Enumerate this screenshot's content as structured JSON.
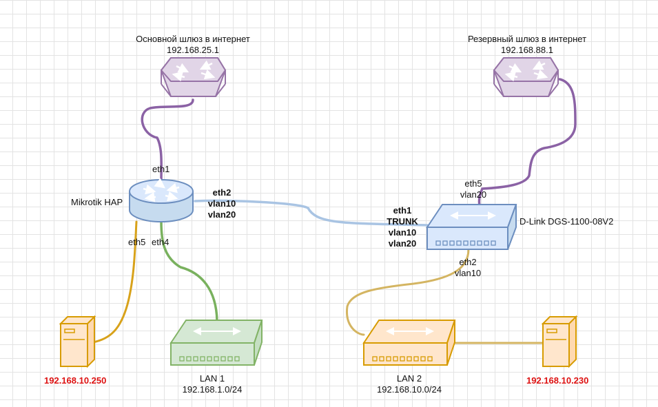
{
  "gateway_primary": {
    "title": "Основной шлюз в интернет",
    "ip": "192.168.25.1"
  },
  "gateway_backup": {
    "title": "Резервный шлюз в интернет",
    "ip": "192.168.88.1"
  },
  "mikrotik": {
    "name": "Mikrotik HAP",
    "eth1": "eth1",
    "eth2": [
      "eth2",
      "vlan10",
      "vlan20"
    ],
    "eth4": "eth4",
    "eth5": "eth5"
  },
  "dlink": {
    "name": "D-Link DGS-1100-08V2",
    "eth1": [
      "eth1",
      "TRUNK",
      "vlan10",
      "vlan20"
    ],
    "eth5": [
      "eth5",
      "vlan20"
    ],
    "eth2": [
      "eth2",
      "vlan10"
    ]
  },
  "lan1": {
    "name": "LAN 1",
    "subnet": "192.168.1.0/24"
  },
  "lan2": {
    "name": "LAN 2",
    "subnet": "192.168.10.0/24"
  },
  "server_left": {
    "ip": "192.168.10.250"
  },
  "server_right": {
    "ip": "192.168.10.230"
  },
  "colors": {
    "purple_link": "#8b62a5",
    "blue_link": "#a9c4e3",
    "green_link": "#79b15e",
    "orange_link": "#d8a21a",
    "tan_link": "#d4b562",
    "server_ip": "#dd1111"
  }
}
